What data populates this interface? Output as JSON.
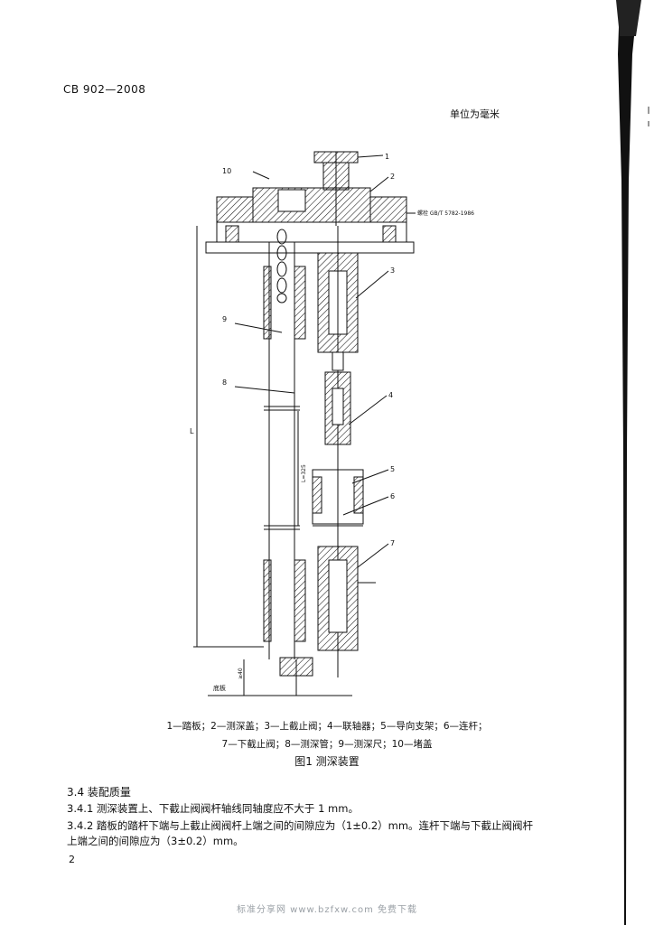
{
  "header": {
    "code": "CB 902—2008",
    "unit": "单位为毫米"
  },
  "figure": {
    "callouts": [
      "1",
      "2",
      "3",
      "4",
      "5",
      "6",
      "7",
      "8",
      "9",
      "10"
    ],
    "standard_note": "螺栓 GB/T 5782-1986",
    "dim_L": "L",
    "dim_lower": "L=325",
    "base_label": "≥40",
    "bottom_label": "底板",
    "legend_line1": "1—踏板；2—测深盖；3—上截止阀；4—联轴器；5—导向支架；6—连杆；",
    "legend_line2": "7—下截止阀；8—测深管；9—测深尺；10—堵盖",
    "title": "图1  测深装置"
  },
  "section": {
    "heading": "3.4  装配质量",
    "p1": "3.4.1  测深装置上、下截止阀阀杆轴线同轴度应不大于 1 mm。",
    "p2": "3.4.2  踏板的踏杆下端与上截止阀阀杆上端之间的间隙应为（1±0.2）mm。连杆下端与下截止阀阀杆",
    "p2b": "上端之间的间隙应为（3±0.2）mm。"
  },
  "page_number": "2",
  "footer": "标准分享网 www.bzfxw.com 免费下载"
}
